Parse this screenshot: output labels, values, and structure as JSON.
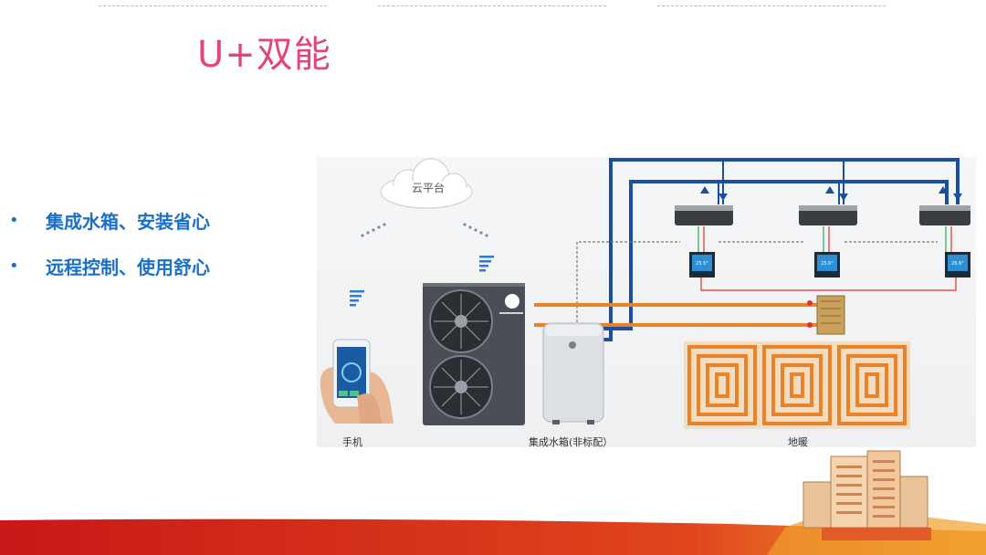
{
  "title": "U+双能",
  "bullets": [
    "集成水箱、安装省心",
    "远程控制、使用舒心"
  ],
  "diagram": {
    "cloud_label": "云平台",
    "captions": {
      "phone": "手机",
      "tank": "集成水箱(非标配）",
      "floor": "地暖"
    },
    "thermostat_readings": [
      "25.5°",
      "25.6°",
      "26.6°"
    ]
  },
  "colors": {
    "title": "#e0457b",
    "bullet": "#1a6fc6",
    "pipe_blue": "#1a4f9c",
    "pipe_orange": "#e8832a",
    "footer_red": "#d3201e"
  }
}
